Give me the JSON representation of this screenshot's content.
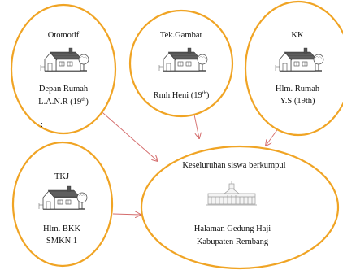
{
  "nodes": {
    "otomotif": {
      "title": "Otomotif",
      "line1": "Depan Rumah",
      "line2": "L.A.N.R (19",
      "sup": "th",
      "line2_end": ")",
      "mark": ":"
    },
    "tek_gambar": {
      "title": "Tek.Gambar",
      "line1": "Rmh.Heni (19",
      "sup": "th",
      "line1_end": ")"
    },
    "kk": {
      "title": "KK",
      "line1": "Hlm. Rumah",
      "line2": "Y.S (19th)"
    },
    "tkj": {
      "title": "TKJ",
      "line1": "Hlm. BKK",
      "line2": "SMKN 1"
    },
    "gathering": {
      "title": "Keseluruhan siswa berkumpul",
      "line1": "Halaman Gedung Haji",
      "line2": "Kabupaten Rembang"
    }
  },
  "colors": {
    "ellipse_border": "#f0a424",
    "arrow": "#d46b6b",
    "text": "#111111"
  },
  "icons": {
    "house": "house-icon",
    "building": "government-building-icon"
  }
}
